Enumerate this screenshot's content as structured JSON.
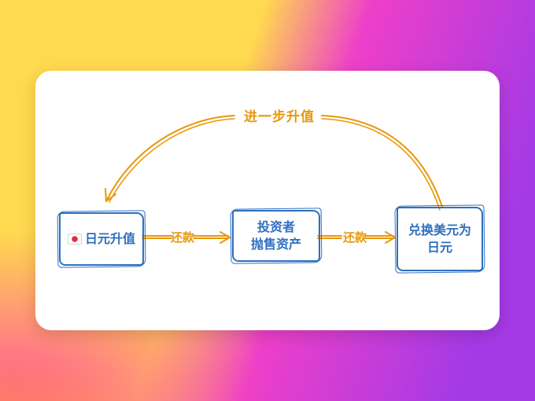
{
  "background": {
    "yellow": "#ffd94f",
    "magenta": "#ee3fc9",
    "purple": "#a43ae6",
    "pink": "#ff4d9e",
    "orange_corner": "#ff9b3d"
  },
  "diagram": {
    "top_label": "进一步升值",
    "arrow_left_label": "还款",
    "arrow_right_label": "还款",
    "boxes": {
      "left": {
        "label": "日元升值",
        "icon": "japan-flag"
      },
      "middle": {
        "label": "投资者\n抛售资产"
      },
      "right": {
        "label": "兑换美元为\n日元"
      }
    },
    "colors": {
      "accent_orange": "#e8980a",
      "box_blue": "#2e6fc0"
    }
  }
}
